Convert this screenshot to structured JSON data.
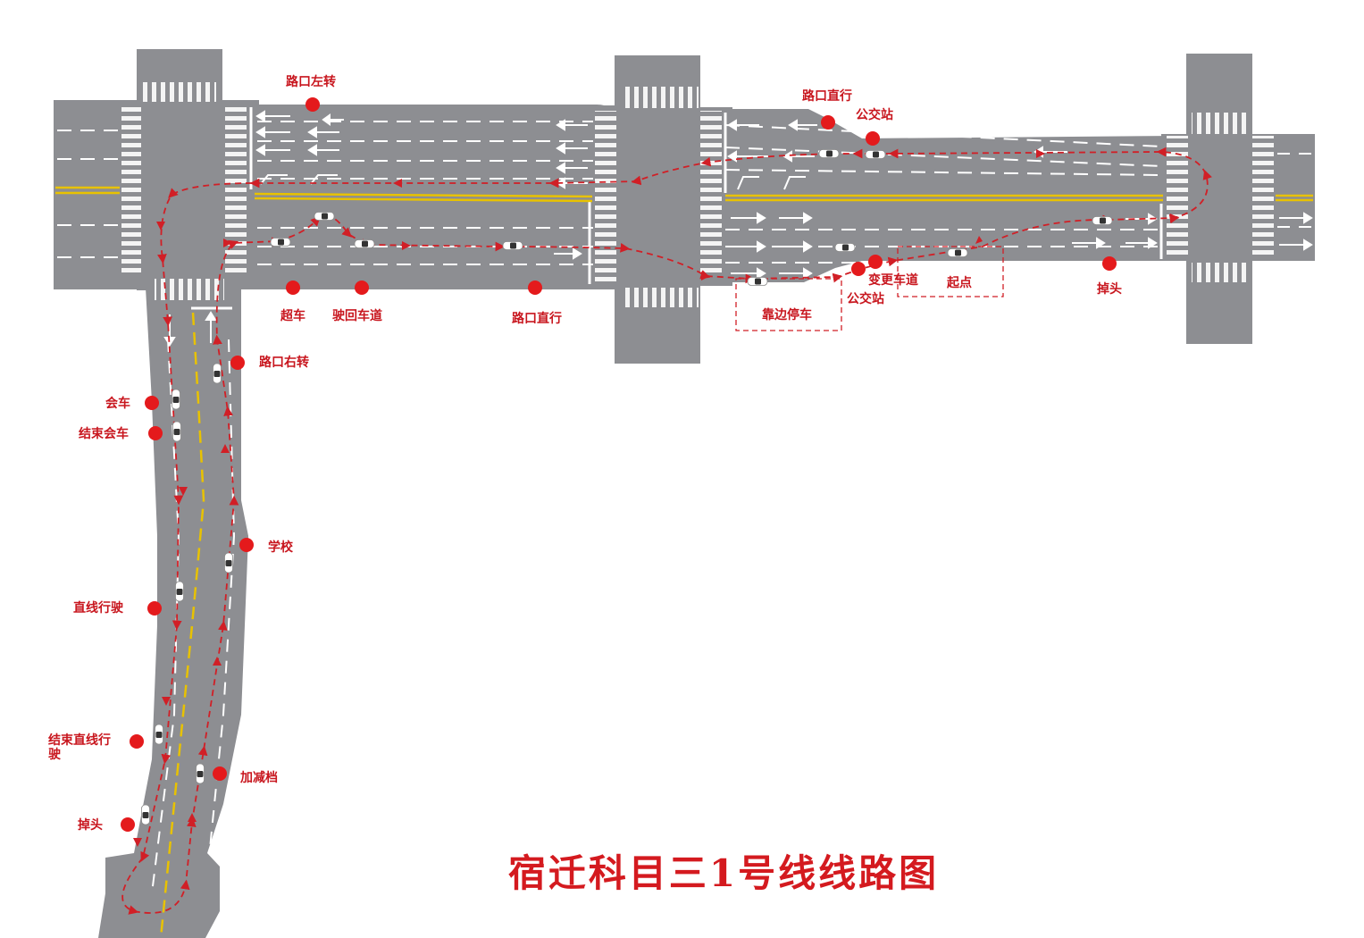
{
  "title": "宿迁科目三1号线线路图",
  "colors": {
    "road": "#8d8e92",
    "center_line": "#e8c200",
    "marker": "#e41a1c",
    "route": "#d11f26",
    "label": "#c8161e",
    "lane_mark": "#ffffff"
  },
  "labels": {
    "left_turn": "路口左转",
    "straight_1": "路口直行",
    "bus_station_1": "公交站",
    "overtake": "超车",
    "return_lane": "驶回车道",
    "straight_2": "路口直行",
    "pull_over": "靠边停车",
    "lane_change": "变更车道",
    "bus_station_2": "公交站",
    "start": "起点",
    "u_turn_1": "掉头",
    "right_turn": "路口右转",
    "meet_car": "会车",
    "end_meet_car": "结束会车",
    "school": "学校",
    "straight_driving": "直线行驶",
    "end_straight_1": "结束直线行",
    "end_straight_2": "驶",
    "gear_change": "加减档",
    "u_turn_2": "掉头"
  },
  "icons": {
    "marker": "red-dot-icon",
    "car": "car-icon",
    "lane_arrow": "lane-arrow-icon"
  }
}
